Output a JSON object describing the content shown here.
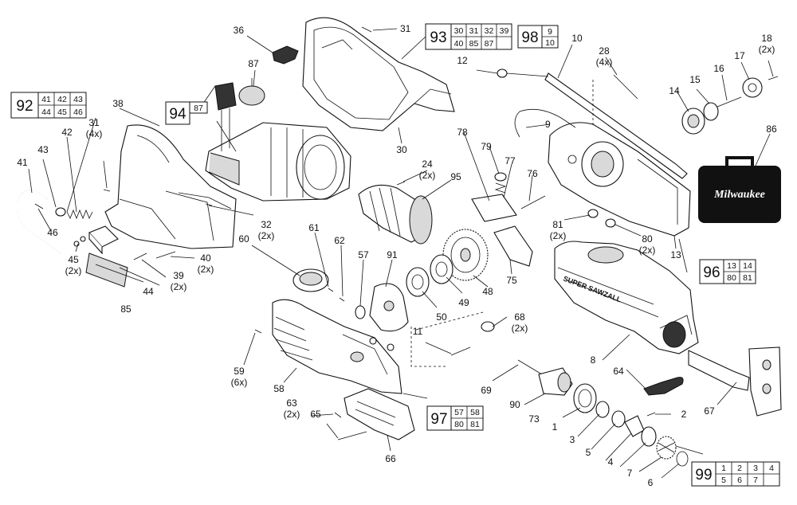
{
  "callouts": {
    "c1": "1",
    "c2": "2",
    "c3": "3",
    "c4": "4",
    "c5": "5",
    "c6": "6",
    "c7": "7",
    "c8": "8",
    "c9": "9",
    "c10": "10",
    "c11": "11",
    "c12": "12",
    "c13": "13",
    "c14": "14",
    "c15": "15",
    "c16": "16",
    "c17": "17",
    "c18": "18",
    "c18q": "(2x)",
    "c24": "24",
    "c24q": "(2x)",
    "c28": "28",
    "c28q": "(4x)",
    "c30": "30",
    "c31top": "31",
    "c31left": "31",
    "c31leftq": "(4x)",
    "c32": "32",
    "c32q": "(2x)",
    "c36": "36",
    "c38": "38",
    "c39": "39",
    "c39q": "(2x)",
    "c40": "40",
    "c40q": "(2x)",
    "c41": "41",
    "c42": "42",
    "c43": "43",
    "c44": "44",
    "c45": "45",
    "c45q": "(2x)",
    "c46": "46",
    "c48": "48",
    "c49": "49",
    "c50": "50",
    "c57": "57",
    "c58": "58",
    "c59": "59",
    "c59q": "(6x)",
    "c60": "60",
    "c61": "61",
    "c62": "62",
    "c63": "63",
    "c63q": "(2x)",
    "c64": "64",
    "c65": "65",
    "c66": "66",
    "c67": "67",
    "c68": "68",
    "c68q": "(2x)",
    "c69": "69",
    "c73": "73",
    "c75": "75",
    "c76": "76",
    "c77": "77",
    "c78": "78",
    "c79": "79",
    "c80": "80",
    "c80q": "(2x)",
    "c81": "81",
    "c81q": "(2x)",
    "c85": "85",
    "c86": "86",
    "c87": "87",
    "c90": "90",
    "c91": "91",
    "c95": "95"
  },
  "kits": [
    {
      "id": "92",
      "items": [
        "41",
        "42",
        "43",
        "44",
        "45",
        "46"
      ]
    },
    {
      "id": "93",
      "items": [
        "30",
        "31",
        "32",
        "39",
        "40",
        "85",
        "87"
      ]
    },
    {
      "id": "94",
      "items": [
        "87"
      ]
    },
    {
      "id": "98",
      "items": [
        "9",
        "10"
      ]
    },
    {
      "id": "96",
      "items": [
        "13",
        "14",
        "80",
        "81"
      ]
    },
    {
      "id": "97",
      "items": [
        "57",
        "58",
        "80",
        "81"
      ]
    },
    {
      "id": "99",
      "items": [
        "1",
        "2",
        "3",
        "4",
        "5",
        "6",
        "7"
      ]
    }
  ],
  "logo": {
    "brand_text": "Milwaukee",
    "housing_text": "SUPER SAWZALL"
  },
  "colors": {
    "line": "#111111",
    "background": "#ffffff",
    "case": "#111111"
  }
}
